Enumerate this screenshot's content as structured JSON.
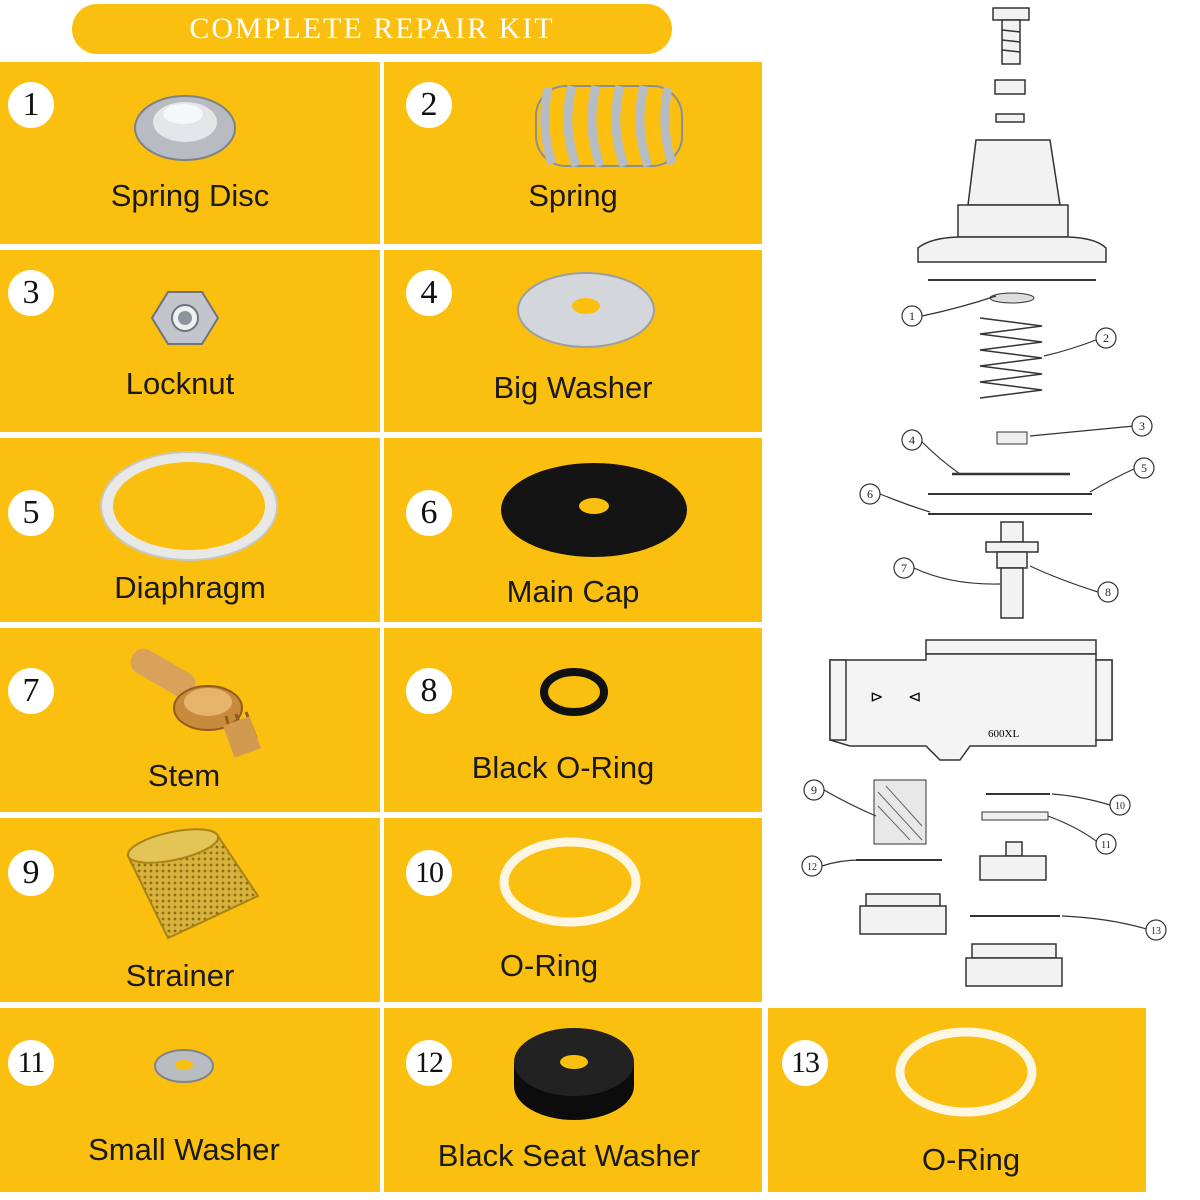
{
  "title": "COMPLETE REPAIR KIT",
  "colors": {
    "panel": "#fbbf10",
    "background": "#ffffff"
  },
  "parts": [
    {
      "num": "1",
      "label": "Spring Disc"
    },
    {
      "num": "2",
      "label": "Spring"
    },
    {
      "num": "3",
      "label": "Locknut"
    },
    {
      "num": "4",
      "label": "Big Washer"
    },
    {
      "num": "5",
      "label": "Diaphragm"
    },
    {
      "num": "6",
      "label": "Main Cap"
    },
    {
      "num": "7",
      "label": "Stem"
    },
    {
      "num": "8",
      "label": "Black O-Ring"
    },
    {
      "num": "9",
      "label": "Strainer"
    },
    {
      "num": "10",
      "label": "O-Ring"
    },
    {
      "num": "11",
      "label": "Small Washer"
    },
    {
      "num": "12",
      "label": "Black Seat Washer"
    },
    {
      "num": "13",
      "label": "O-Ring"
    }
  ],
  "diagram": {
    "callouts": [
      "1",
      "2",
      "3",
      "4",
      "5",
      "6",
      "7",
      "8",
      "9",
      "10",
      "11",
      "12",
      "13"
    ],
    "body_stamp": "600XL"
  }
}
